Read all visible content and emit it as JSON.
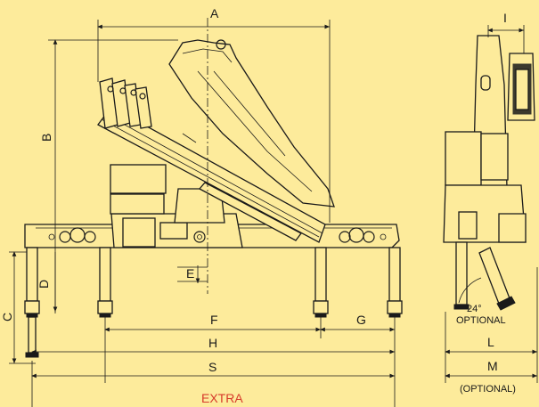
{
  "labels": {
    "A": "A",
    "B": "B",
    "C": "C",
    "D": "D",
    "E": "E",
    "F": "F",
    "G": "G",
    "H": "H",
    "S": "S",
    "I": "I",
    "L": "L",
    "M": "M",
    "optional_m": "(OPTIONAL)",
    "angle": "24°",
    "optional_angle": "OPTIONAL",
    "extra": "EXTRA"
  },
  "colors": {
    "background": "#fdeb9b",
    "line": "#1a1a1a",
    "accent": "#d63a2a"
  }
}
